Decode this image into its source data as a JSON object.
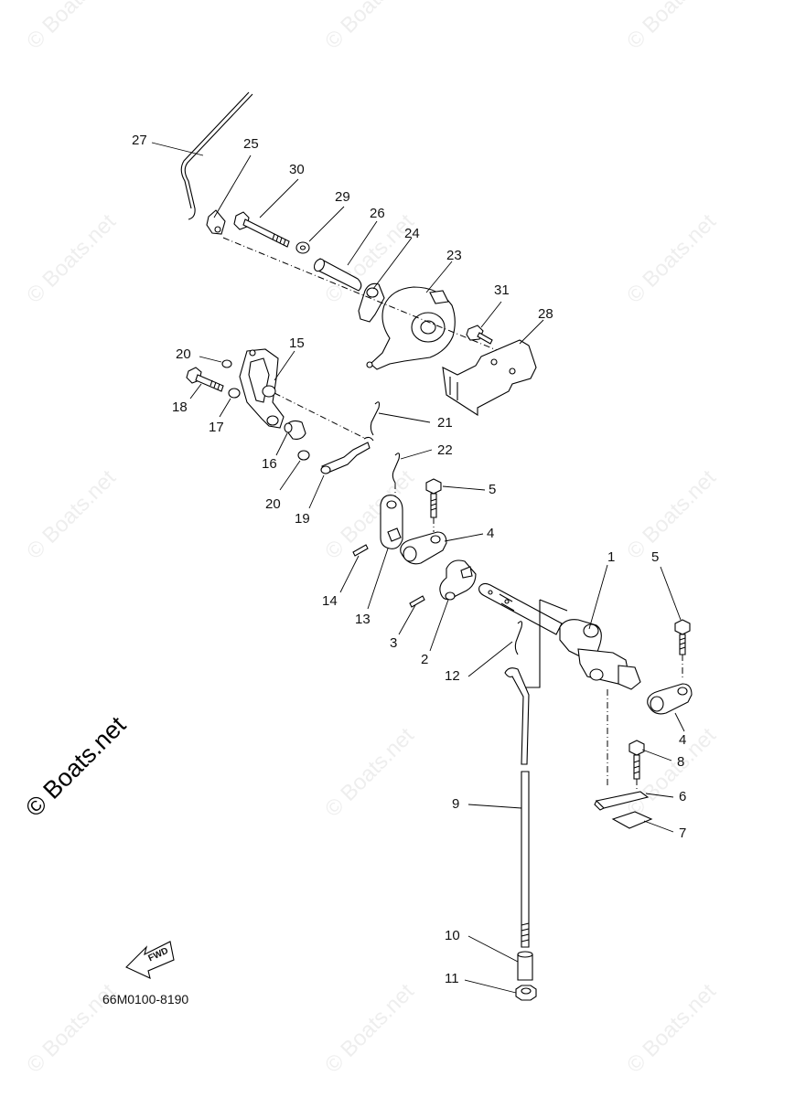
{
  "diagram": {
    "part_code": "66M0100-8190",
    "fwd_label": "FWD",
    "watermark": "© Boats.net",
    "side_watermark": "© Boats.net",
    "callouts": [
      "27",
      "25",
      "30",
      "29",
      "26",
      "24",
      "23",
      "31",
      "28",
      "20",
      "15",
      "18",
      "17",
      "16",
      "21",
      "22",
      "20",
      "19",
      "5",
      "4",
      "14",
      "13",
      "3",
      "2",
      "1",
      "5",
      "12",
      "4",
      "8",
      "6",
      "7",
      "9",
      "10",
      "11"
    ]
  }
}
